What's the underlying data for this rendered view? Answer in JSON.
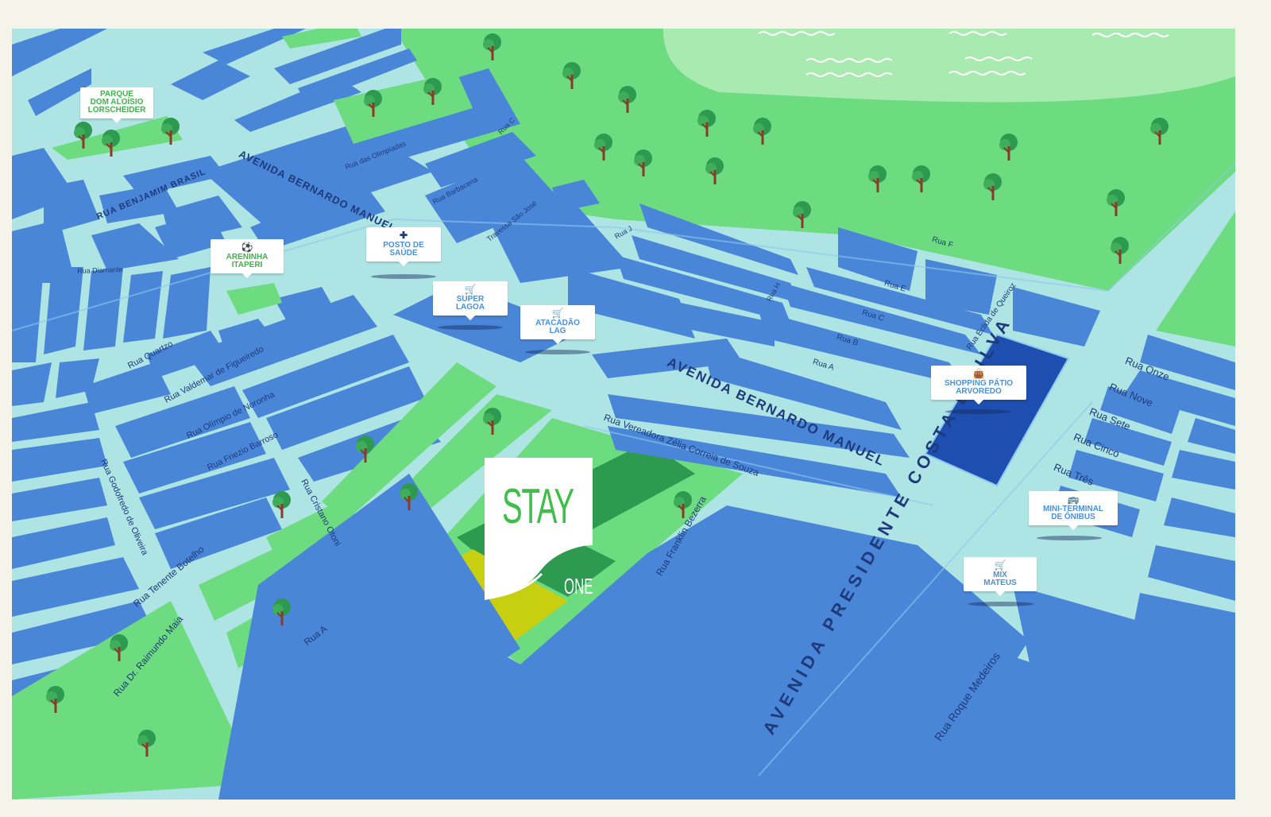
{
  "map": {
    "streets": {
      "avenida_bernardo_manuel_upper": "AVENIDA BERNARDO MANUEL",
      "avenida_bernardo_manuel_lower": "AVENIDA BERNARDO MANUEL",
      "avenida_presidente_lower": "AVENIDA PRESIDENTE COSTA E SILVA",
      "avenida_presidente_upper": "COSTA E SILVA",
      "rua_benjamim_brasil": "RUA BENJAMIM BRASIL",
      "rua_das_olimpiadas": "Rua das Olimpíadas",
      "rua_c_small": "Rua C",
      "rua_barbacena": "Rua Barbacena",
      "travessa_sao_jose": "Travessa São José",
      "rua_j": "Rua J",
      "rua_diamante": "Rua Diamante",
      "rua_quartzo": "Rua Quartzo",
      "rua_valdemar": "Rua Valdemar de Figueiredo",
      "rua_olimpio": "Rua Olímpio de Noronha",
      "rua_frezio": "Rua Friezio Barroso",
      "rua_godofredo": "Rua Godofredo de Oliveira",
      "rua_tenente": "Rua Tenente Botelho",
      "rua_raimundo": "Rua Dr. Raimundo Maia",
      "rua_cristano": "Rua Cristano Otoni",
      "rua_a_left": "Rua A",
      "rua_vereadora": "Rua Vereadora Zélia Correia de Souza",
      "rua_franklin": "Rua Franklin Bezerra",
      "rua_h": "Rua H",
      "rua_f": "Rua F",
      "rua_e": "Rua E",
      "rua_c": "Rua C",
      "rua_b": "Rua B",
      "rua_a": "Rua A",
      "rua_eclida": "Rua Eclida de Queiroz",
      "rua_onze": "Rua Onze",
      "rua_nove": "Rua Nove",
      "rua_sete": "Rua Sete",
      "rua_cinco": "Rua Cinco",
      "rua_tres": "Rua Três",
      "rua_roque": "Rua Roque Medeiros"
    },
    "pois": {
      "parque": {
        "line1": "PARQUE",
        "line2": "DOM ALOÍSIO",
        "line3": "LORSCHEIDER",
        "icon": "tree-icon"
      },
      "areninha": {
        "line1": "ARENINHA",
        "line2": "ITAPERI",
        "icon": "ball-icon"
      },
      "posto": {
        "line1": "POSTO DE",
        "line2": "SAÚDE",
        "icon": "cross-icon"
      },
      "super": {
        "line1": "SUPER",
        "line2": "LAGOA",
        "icon": "cart-icon"
      },
      "atacadao": {
        "line1": "ATACADÃO",
        "line2": "LAG",
        "icon": "cart-icon"
      },
      "shopping": {
        "line1": "SHOPPING PÁTIO",
        "line2": "ARVOREDO",
        "icon": "bag-icon"
      },
      "terminal": {
        "line1": "MINI-TERMINAL",
        "line2": "DE ÔNIBUS",
        "icon": "bus-icon"
      },
      "mix": {
        "line1": "MIX",
        "line2": "MATEUS",
        "icon": "cart-icon"
      }
    },
    "logo": {
      "word1": "STAY",
      "word2": "ONE"
    },
    "colors": {
      "road": "#aee4e4",
      "block_blue": "#4a86d8",
      "block_light": "#6fa6e6",
      "park_green": "#6ddc80",
      "park_dark": "#2e9a50",
      "highlight": "#c8cf10",
      "label": "#1e3a7a",
      "poi_blue": "#4a8fe0"
    }
  }
}
